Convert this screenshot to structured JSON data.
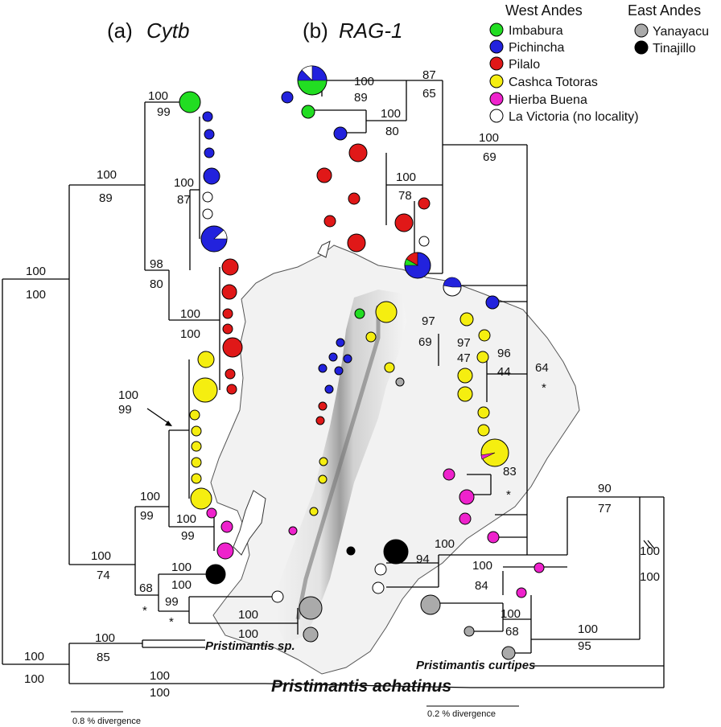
{
  "panels": {
    "a_label": "(a)",
    "a_gene": "Cytb",
    "b_label": "(b)",
    "b_gene": "RAG-1"
  },
  "legend": {
    "west_title": "West Andes",
    "east_title": "East Andes",
    "west": [
      {
        "name": "Imbabura",
        "color": "#22dd22"
      },
      {
        "name": "Pichincha",
        "color": "#2222dd"
      },
      {
        "name": "Pilalo",
        "color": "#e01818"
      },
      {
        "name": "Cashca Totoras",
        "color": "#f5ee10"
      },
      {
        "name": "Hierba Buena",
        "color": "#ee22cc"
      },
      {
        "name": "La Victoria (no locality)",
        "color": "#ffffff"
      }
    ],
    "east": [
      {
        "name": "Yanayacu",
        "color": "#aaaaaa"
      },
      {
        "name": "Tinajillo",
        "color": "#000000"
      }
    ]
  },
  "support_values": {
    "cytb": [
      {
        "top": "100",
        "bottom": "99"
      },
      {
        "top": "100",
        "bottom": "89"
      },
      {
        "top": "100",
        "bottom": "87"
      },
      {
        "top": "100",
        "bottom": "100"
      },
      {
        "top": "98",
        "bottom": "80"
      },
      {
        "top": "100",
        "bottom": "100"
      },
      {
        "top": "100",
        "bottom": "99"
      },
      {
        "top": "100",
        "bottom": "99"
      },
      {
        "top": "100",
        "bottom": "99"
      },
      {
        "top": "100",
        "bottom": "74"
      },
      {
        "top": "100",
        "bottom": "100"
      },
      {
        "top": "68",
        "bottom": "*"
      },
      {
        "top": "99",
        "bottom": "*"
      },
      {
        "top": "100",
        "bottom": "100"
      },
      {
        "top": "100",
        "bottom": "85"
      },
      {
        "top": "100",
        "bottom": "100"
      },
      {
        "top": "100",
        "bottom": "100"
      }
    ],
    "rag1": [
      {
        "top": "100",
        "bottom": "89"
      },
      {
        "top": "87",
        "bottom": "65"
      },
      {
        "top": "100",
        "bottom": "80"
      },
      {
        "top": "100",
        "bottom": "69"
      },
      {
        "top": "100",
        "bottom": "78"
      },
      {
        "top": "97",
        "bottom": "69"
      },
      {
        "top": "97",
        "bottom": "47"
      },
      {
        "top": "96",
        "bottom": "44"
      },
      {
        "top": "64",
        "bottom": "*"
      },
      {
        "top": "83",
        "bottom": "*"
      },
      {
        "top": "90",
        "bottom": "77"
      },
      {
        "top": "100",
        "bottom": ""
      },
      {
        "top": "94",
        "bottom": ""
      },
      {
        "top": "100",
        "bottom": "84"
      },
      {
        "top": "100",
        "bottom": "100"
      },
      {
        "top": "100",
        "bottom": "68"
      },
      {
        "top": "100",
        "bottom": "95"
      }
    ]
  },
  "species": {
    "sp": "Pristimantis sp.",
    "curtipes": "Pristimantis curtipes",
    "achatinus": "Pristimantis achatinus"
  },
  "scale_bars": {
    "cytb": "0.8 % divergence",
    "rag1": "0.2 % divergence"
  }
}
